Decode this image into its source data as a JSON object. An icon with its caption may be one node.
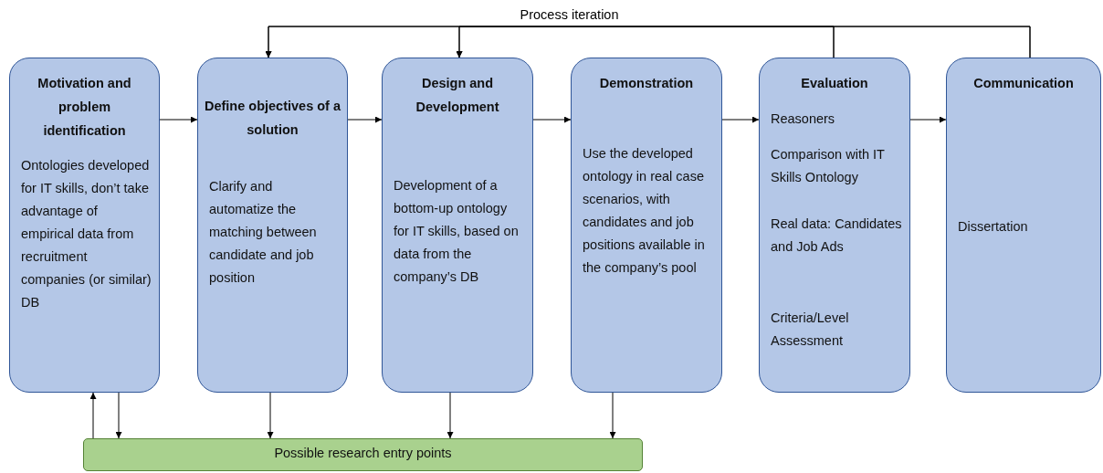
{
  "diagram": {
    "nodes": [
      {
        "text": [
          "Motivation and problem identification",
          "Ontologies developed for IT skills, don’t take advantage of empirical data from recruitment companies (or similar) DB"
        ]
      },
      {
        "text": [
          "Define objectives of a solution",
          "Clarify and automatize the matching between candidate and job position"
        ]
      },
      {
        "text": [
          "Design and Development",
          "Development of a bottom-up ontology for IT skills, based on data from the company’s DB"
        ]
      },
      {
        "text": [
          "Demonstration",
          "Use the developed ontology in real case scenarios, with candidates and job positions available in the company’s pool"
        ]
      },
      {
        "text": [
          "Evaluation",
          "Reasoners",
          "Comparison with IT Skills Ontology",
          "Real data: Candidates and Job Ads",
          "Criteria/Level Assessment"
        ]
      },
      {
        "text": [
          "Communication",
          "Dissertation"
        ]
      },
      {
        "text": [
          "Possible research entry points"
        ]
      }
    ],
    "edges": [
      {
        "from": 0,
        "to": 1,
        "arrow": "to"
      },
      {
        "from": 1,
        "to": 2,
        "arrow": "to"
      },
      {
        "from": 2,
        "to": 3,
        "arrow": "to"
      },
      {
        "from": 3,
        "to": 4,
        "arrow": "to"
      },
      {
        "from": 4,
        "to": 5,
        "arrow": "to"
      },
      {
        "from": 4,
        "to": 1,
        "arrow": "to",
        "label": "Process iteration"
      },
      {
        "from": 4,
        "to": 2,
        "arrow": "to"
      },
      {
        "from": 5,
        "to": 1,
        "arrow": "to"
      },
      {
        "from": 5,
        "to": 2,
        "arrow": "to"
      },
      {
        "from": 6,
        "to": 0,
        "arrow": "to"
      },
      {
        "from": 0,
        "to": 6,
        "arrow": "to"
      },
      {
        "from": 1,
        "to": 6,
        "arrow": "to"
      },
      {
        "from": 2,
        "to": 6,
        "arrow": "to"
      },
      {
        "from": 3,
        "to": 6,
        "arrow": "to"
      }
    ]
  }
}
